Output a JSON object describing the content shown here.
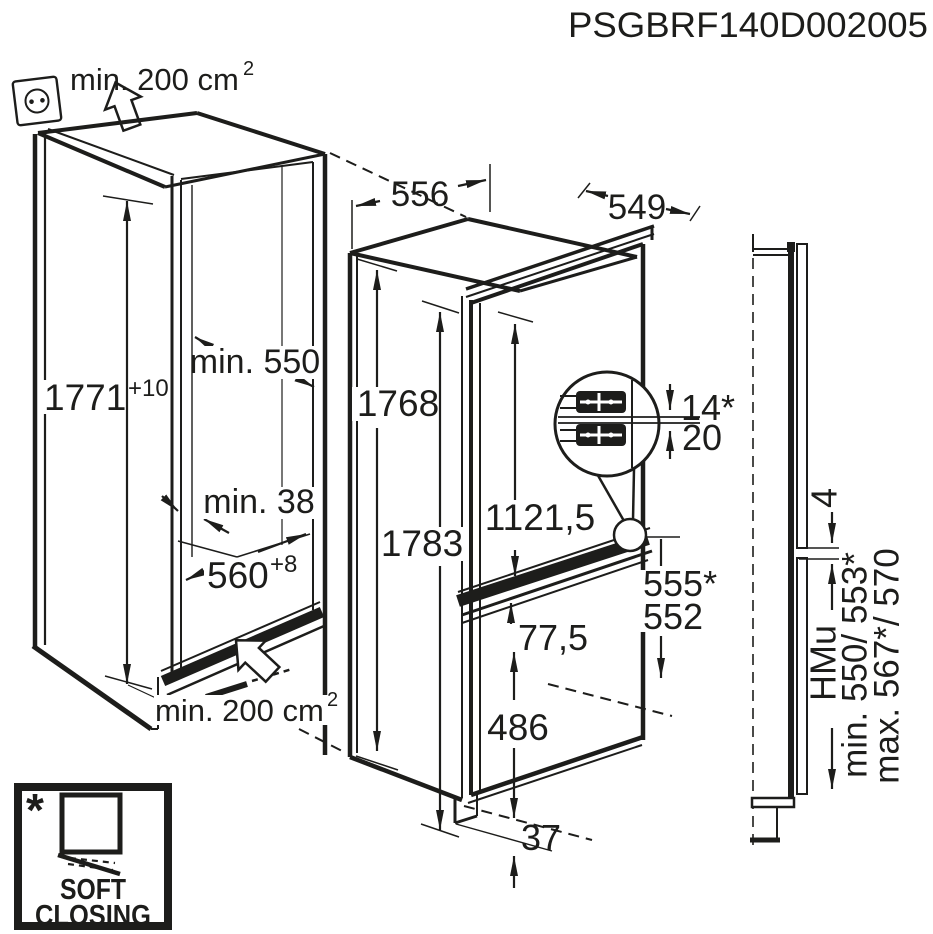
{
  "title": "PSGBRF140D002005",
  "colors": {
    "ink": "#1d1d1b",
    "bg": "#ffffff"
  },
  "icons": [
    "socket-icon",
    "airflow-top-arrow-icon",
    "airflow-bottom-arrow-icon",
    "hinge-detail-magnifier-icon",
    "soft-closing-door-icon"
  ],
  "left_view": {
    "vent_top": {
      "text": "min. 200 cm",
      "sup": "2"
    },
    "niche_height": {
      "value": "1771",
      "tolerance": "+10"
    },
    "niche_depth": "min. 550",
    "rear_gap": "min. 38",
    "niche_width": {
      "value": "560",
      "tolerance": "+8"
    },
    "vent_bottom": {
      "text": "min. 200 cm",
      "sup": "2"
    }
  },
  "middle_view": {
    "top_width": "556",
    "top_depth": "549",
    "body_height": "1768",
    "total_height": "1783",
    "upper_door_height": "1121,5",
    "door_gap": "77,5",
    "lower_door_height": "486",
    "plinth_gap": "37",
    "hinge_gap_upper": "14*",
    "hinge_gap_lower": "20",
    "door_overlap_a": "555*",
    "door_overlap_b": "552"
  },
  "right_view": {
    "top_clearance": "4",
    "niche_label": "HMu",
    "height_min": "min. 550/ 553*",
    "height_max": "max. 567*/ 570"
  },
  "badge": {
    "asterisk": "*",
    "line1": "SOFT",
    "line2": "CLOSING"
  }
}
